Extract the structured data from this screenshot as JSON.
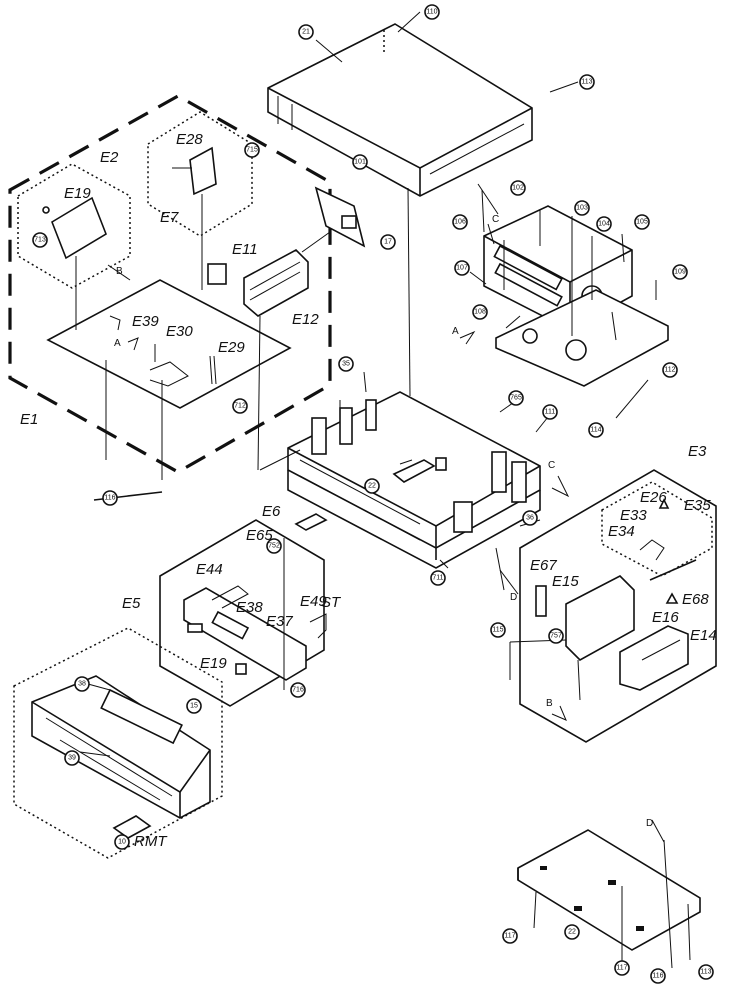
{
  "callouts": {
    "c110": "110",
    "c21": "21",
    "c113": "113",
    "c101": "101",
    "c17": "17",
    "c102": "102",
    "c103": "103",
    "c104": "104",
    "c105": "105",
    "c106": "106",
    "c107": "107",
    "c108": "108",
    "c109": "109",
    "c112": "112",
    "c114": "114",
    "c116": "116",
    "c35": "35",
    "c36": "36",
    "c22": "22",
    "c711": "711",
    "c712": "712",
    "c713": "713",
    "c715": "715",
    "c716": "716",
    "c752": "752",
    "c757": "757",
    "c765": "765",
    "c15": "15",
    "c38": "38",
    "c39": "39",
    "c10": "10",
    "c111": "111",
    "c115": "115",
    "c117": "117"
  },
  "labels": {
    "E1": "E1",
    "E2": "E2",
    "E3": "E3",
    "E5": "E5",
    "E6": "E6",
    "E7": "E7",
    "E11": "E11",
    "E12": "E12",
    "E14": "E14",
    "E15": "E15",
    "E16": "E16",
    "E19a": "E19",
    "E19b": "E19",
    "E26": "E26",
    "E28": "E28",
    "E29": "E29",
    "E30": "E30",
    "E33": "E33",
    "E34": "E34",
    "E35": "E35",
    "E37": "E37",
    "E38": "E38",
    "E39": "E39",
    "E44": "E44",
    "E49": "E49",
    "E65": "E65",
    "E67": "E67",
    "E68": "E68",
    "note_mark": "ST",
    "remote_ctl": "RMT"
  },
  "letters": {
    "A1": "A",
    "A2": "A",
    "B1": "B",
    "B2": "B",
    "C1": "C",
    "C2": "C",
    "D1": "D",
    "D2": "D"
  }
}
